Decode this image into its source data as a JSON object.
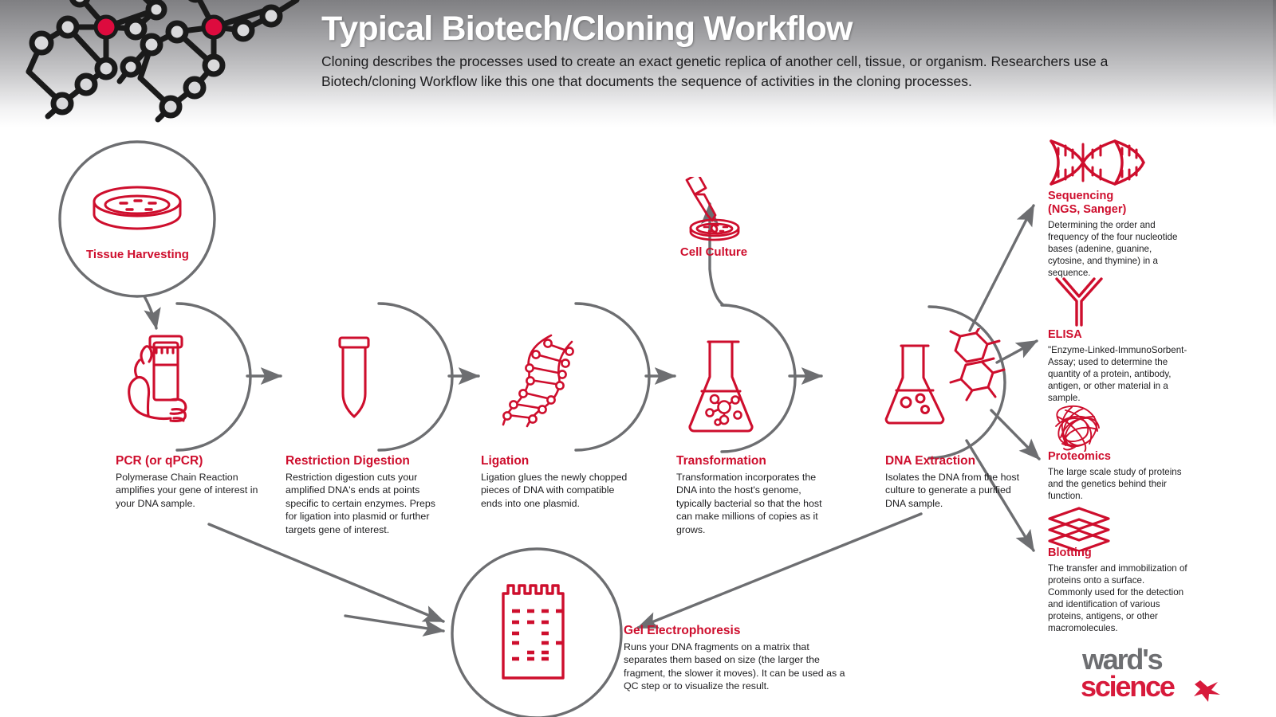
{
  "header": {
    "title": "Typical Biotech/Cloning Workflow",
    "description": "Cloning describes the processes used to create an exact genetic replica of another cell, tissue, or organism. Researchers use a Biotech/cloning Workflow like this one that documents the sequence of activities in the cloning processes.",
    "decoration_icon": "dna-molecule-icon"
  },
  "colors": {
    "accent_red": "#CE0E2D",
    "connector_gray": "#6D6E71",
    "body_text": "#1d1d1f",
    "header_gradient_top": "#7f7f82",
    "header_gradient_bottom": "#ffffff"
  },
  "main_flow": [
    {
      "id": "tissue-harvesting",
      "title": "Tissue Harvesting",
      "body": "",
      "icon": "petri-dish-icon",
      "shape": "full-circle"
    },
    {
      "id": "pcr",
      "title": "PCR (or qPCR)",
      "body": "Polymerase Chain Reaction amplifies your gene of interest in your DNA sample.",
      "icon": "hand-holding-sample-tube-icon",
      "shape": "c-arc"
    },
    {
      "id": "restriction-digestion",
      "title": "Restriction Digestion",
      "body": "Restriction digestion cuts your amplified DNA's ends at points specific to certain enzymes. Preps for ligation into plasmid or further targets gene of interest.",
      "icon": "microcentrifuge-tube-icon",
      "shape": "c-arc"
    },
    {
      "id": "ligation",
      "title": "Ligation",
      "body": "Ligation glues the newly chopped pieces of DNA with compatible ends into one plasmid.",
      "icon": "dna-helix-icon",
      "shape": "c-arc"
    },
    {
      "id": "transformation",
      "title": "Transformation",
      "body": "Transformation incorporates the DNA into the host's genome, typically bacterial so that the host can make millions of copies as it grows.",
      "icon": "flask-with-molecule-icon",
      "shape": "c-arc"
    },
    {
      "id": "dna-extraction",
      "title": "DNA Extraction",
      "body": "Isolates the DNA from the host culture to generate a purified DNA sample.",
      "icon": "flask-and-chemical-structure-icon",
      "shape": "c-arc"
    }
  ],
  "cell_culture": {
    "id": "cell-culture",
    "title": "Cell Culture",
    "icon": "pipette-and-petri-dish-icon"
  },
  "gel_electrophoresis": {
    "id": "gel-electrophoresis",
    "title": "Gel Electrophoresis",
    "body": "Runs your DNA fragments on a matrix that separates them based on size (the larger the fragment, the slower it moves). It can be used as a QC step or to visualize the result.",
    "icon": "gel-plate-icon",
    "shape": "full-circle"
  },
  "downstream": [
    {
      "id": "sequencing",
      "title": "Sequencing\n(NGS, Sanger)",
      "title_line1": "Sequencing",
      "title_line2": "(NGS, Sanger)",
      "body": "Determining the order and frequency of the four nucleotide bases (adenine, guanine, cytosine, and thymine) in a sequence.",
      "icon": "dna-double-helix-icon"
    },
    {
      "id": "elisa",
      "title": "ELISA",
      "title_line1": "ELISA",
      "title_line2": "",
      "body": "\"Enzyme-Linked-ImmunoSorbent-Assay; used to determine the quantity of a protein, antibody, antigen, or other material in a sample.",
      "icon": "antibody-icon"
    },
    {
      "id": "proteomics",
      "title": "Proteomics",
      "title_line1": "Proteomics",
      "title_line2": "",
      "body": "The large scale study of proteins and the genetics behind their function.",
      "icon": "protein-tangle-icon"
    },
    {
      "id": "blotting",
      "title": "Blotting",
      "title_line1": "Blotting",
      "title_line2": "",
      "body": "The transfer and immobilization of proteins onto a surface. Commonly used for the detection and identification of various proteins, antigens, or other macromolecules.",
      "icon": "stacked-membranes-icon"
    }
  ],
  "logo": {
    "line1": "ward's",
    "line2": "science",
    "mark": "star-burst-icon"
  }
}
